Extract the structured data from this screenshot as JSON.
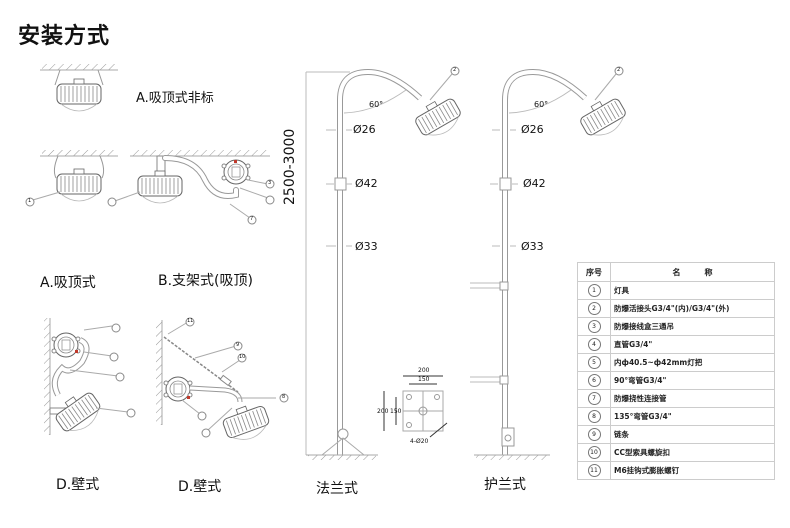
{
  "title": "安装方式",
  "labels": {
    "a_ceiling_nonstandard": "A.吸顶式非标",
    "a_ceiling": "A.吸顶式",
    "b_bracket": "B.支架式(吸顶)",
    "d_wall_1": "D.壁式",
    "d_wall_2": "D.壁式",
    "flange": "法兰式",
    "guard_flange": "护兰式"
  },
  "pole_dimensions": {
    "height_range": "2500-3000",
    "angle": "60°",
    "dia_top": "Ø26",
    "dia_mid": "Ø42",
    "dia_bottom": "Ø33"
  },
  "flange_plate": {
    "outer_w": "200",
    "inner_w": "150",
    "outer_h": "200",
    "inner_h": "150",
    "holes": "4-Ø20"
  },
  "callouts": {
    "c1": "1",
    "c2": "2",
    "c3": "3",
    "c7": "7",
    "c8": "8",
    "c9": "9",
    "c10": "10",
    "c11": "11"
  },
  "parts_table": {
    "headers": [
      "序号",
      "名　　　称"
    ],
    "rows": [
      {
        "no": "1",
        "name": "灯具"
      },
      {
        "no": "2",
        "name": "防爆活接头G3/4\"(内)/G3/4\"(外)"
      },
      {
        "no": "3",
        "name": "防爆接线盒三通吊"
      },
      {
        "no": "4",
        "name": "直管G3/4\""
      },
      {
        "no": "5",
        "name": "内ф40.5~ф42mm灯把"
      },
      {
        "no": "6",
        "name": "90°弯管G3/4\""
      },
      {
        "no": "7",
        "name": "防爆挠性连接管"
      },
      {
        "no": "8",
        "name": "135°弯管G3/4\""
      },
      {
        "no": "9",
        "name": "链条"
      },
      {
        "no": "10",
        "name": "CC型索具螺旋扣"
      },
      {
        "no": "11",
        "name": "M6挂钩式膨胀螺钉"
      }
    ]
  },
  "colors": {
    "line": "#9a9a9a",
    "dark": "#555555",
    "accent": "#c0392b"
  }
}
